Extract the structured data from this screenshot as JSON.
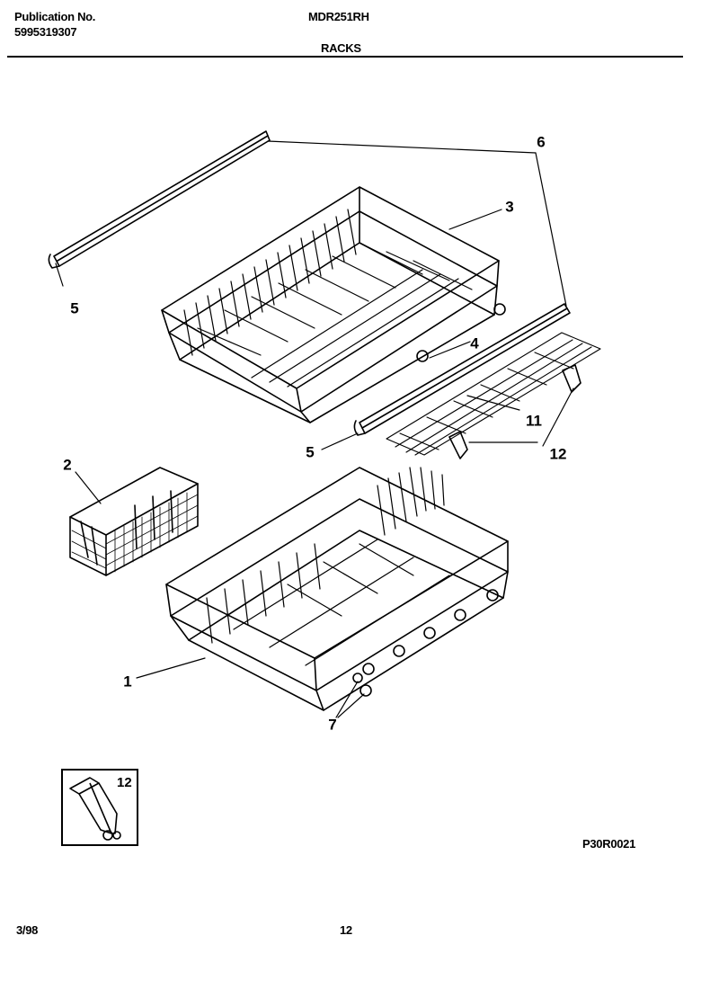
{
  "header": {
    "publication_label": "Publication No.",
    "publication_number": "5995319307",
    "model": "MDR251RH",
    "section_title": "RACKS"
  },
  "callouts": {
    "n1": "1",
    "n2": "2",
    "n3": "3",
    "n4": "4",
    "n5a": "5",
    "n5b": "5",
    "n6": "6",
    "n7": "7",
    "n11": "11",
    "n12": "12",
    "n12_inset": "12"
  },
  "drawing_code": "P30R0021",
  "footer": {
    "date": "3/98",
    "page_number": "12"
  }
}
